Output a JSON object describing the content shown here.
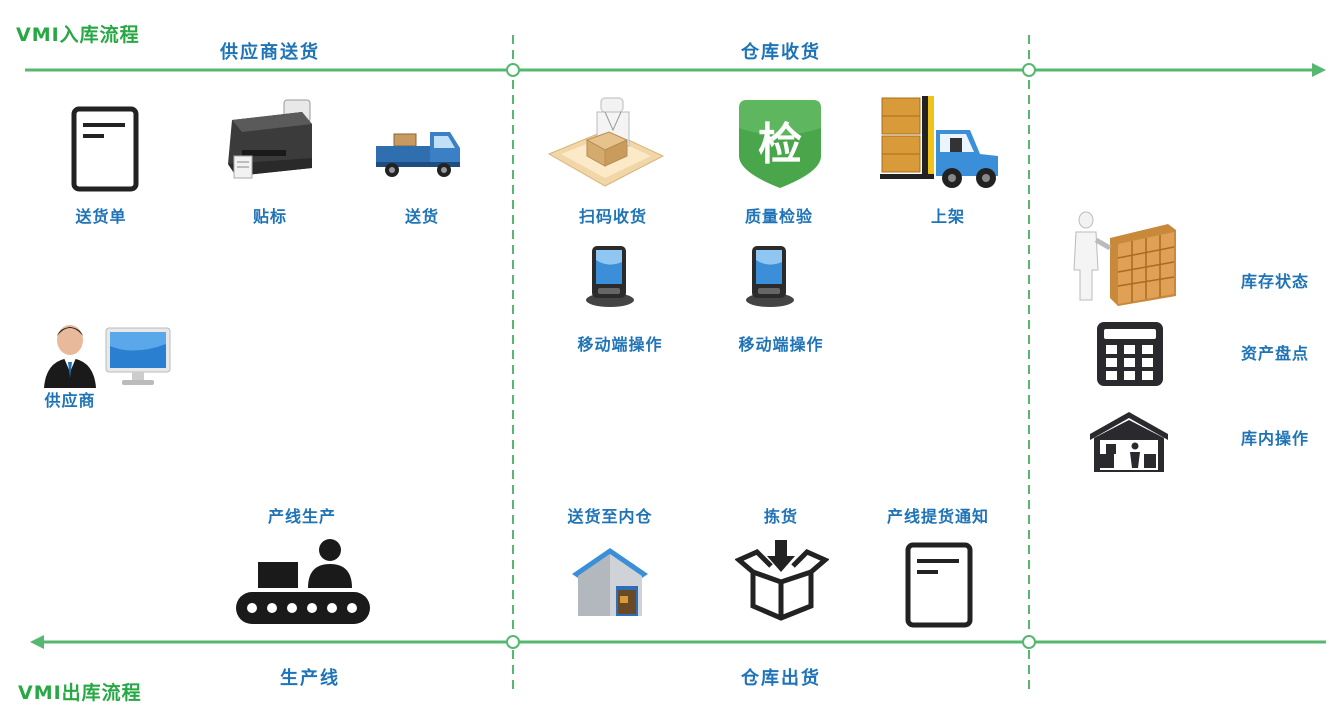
{
  "titles": {
    "inbound_flow": "VMI入库流程",
    "outbound_flow": "VMI出库流程"
  },
  "sections": {
    "supplier_delivery": "供应商送货",
    "warehouse_receiving": "仓库收货",
    "production_line": "生产线",
    "warehouse_shipping": "仓库出货"
  },
  "steps": {
    "delivery_note": "送货单",
    "labeling": "贴标",
    "delivery": "送货",
    "scan_receive": "扫码收货",
    "quality_inspection": "质量检验",
    "shelving": "上架",
    "mobile_op_1": "移动端操作",
    "mobile_op_2": "移动端操作",
    "supplier": "供应商",
    "inventory_status": "库存状态",
    "asset_count": "资产盘点",
    "in_warehouse_op": "库内操作",
    "line_production": "产线生产",
    "deliver_inner_warehouse": "送货至内仓",
    "picking": "拣货",
    "pickup_notice": "产线提货通知"
  },
  "icons": {
    "inspection_glyph": "检"
  },
  "colors": {
    "flow_green": "#56b870",
    "title_green": "#27a844",
    "label_blue": "#1f73b7",
    "inspect_green": "#4aa64a"
  }
}
